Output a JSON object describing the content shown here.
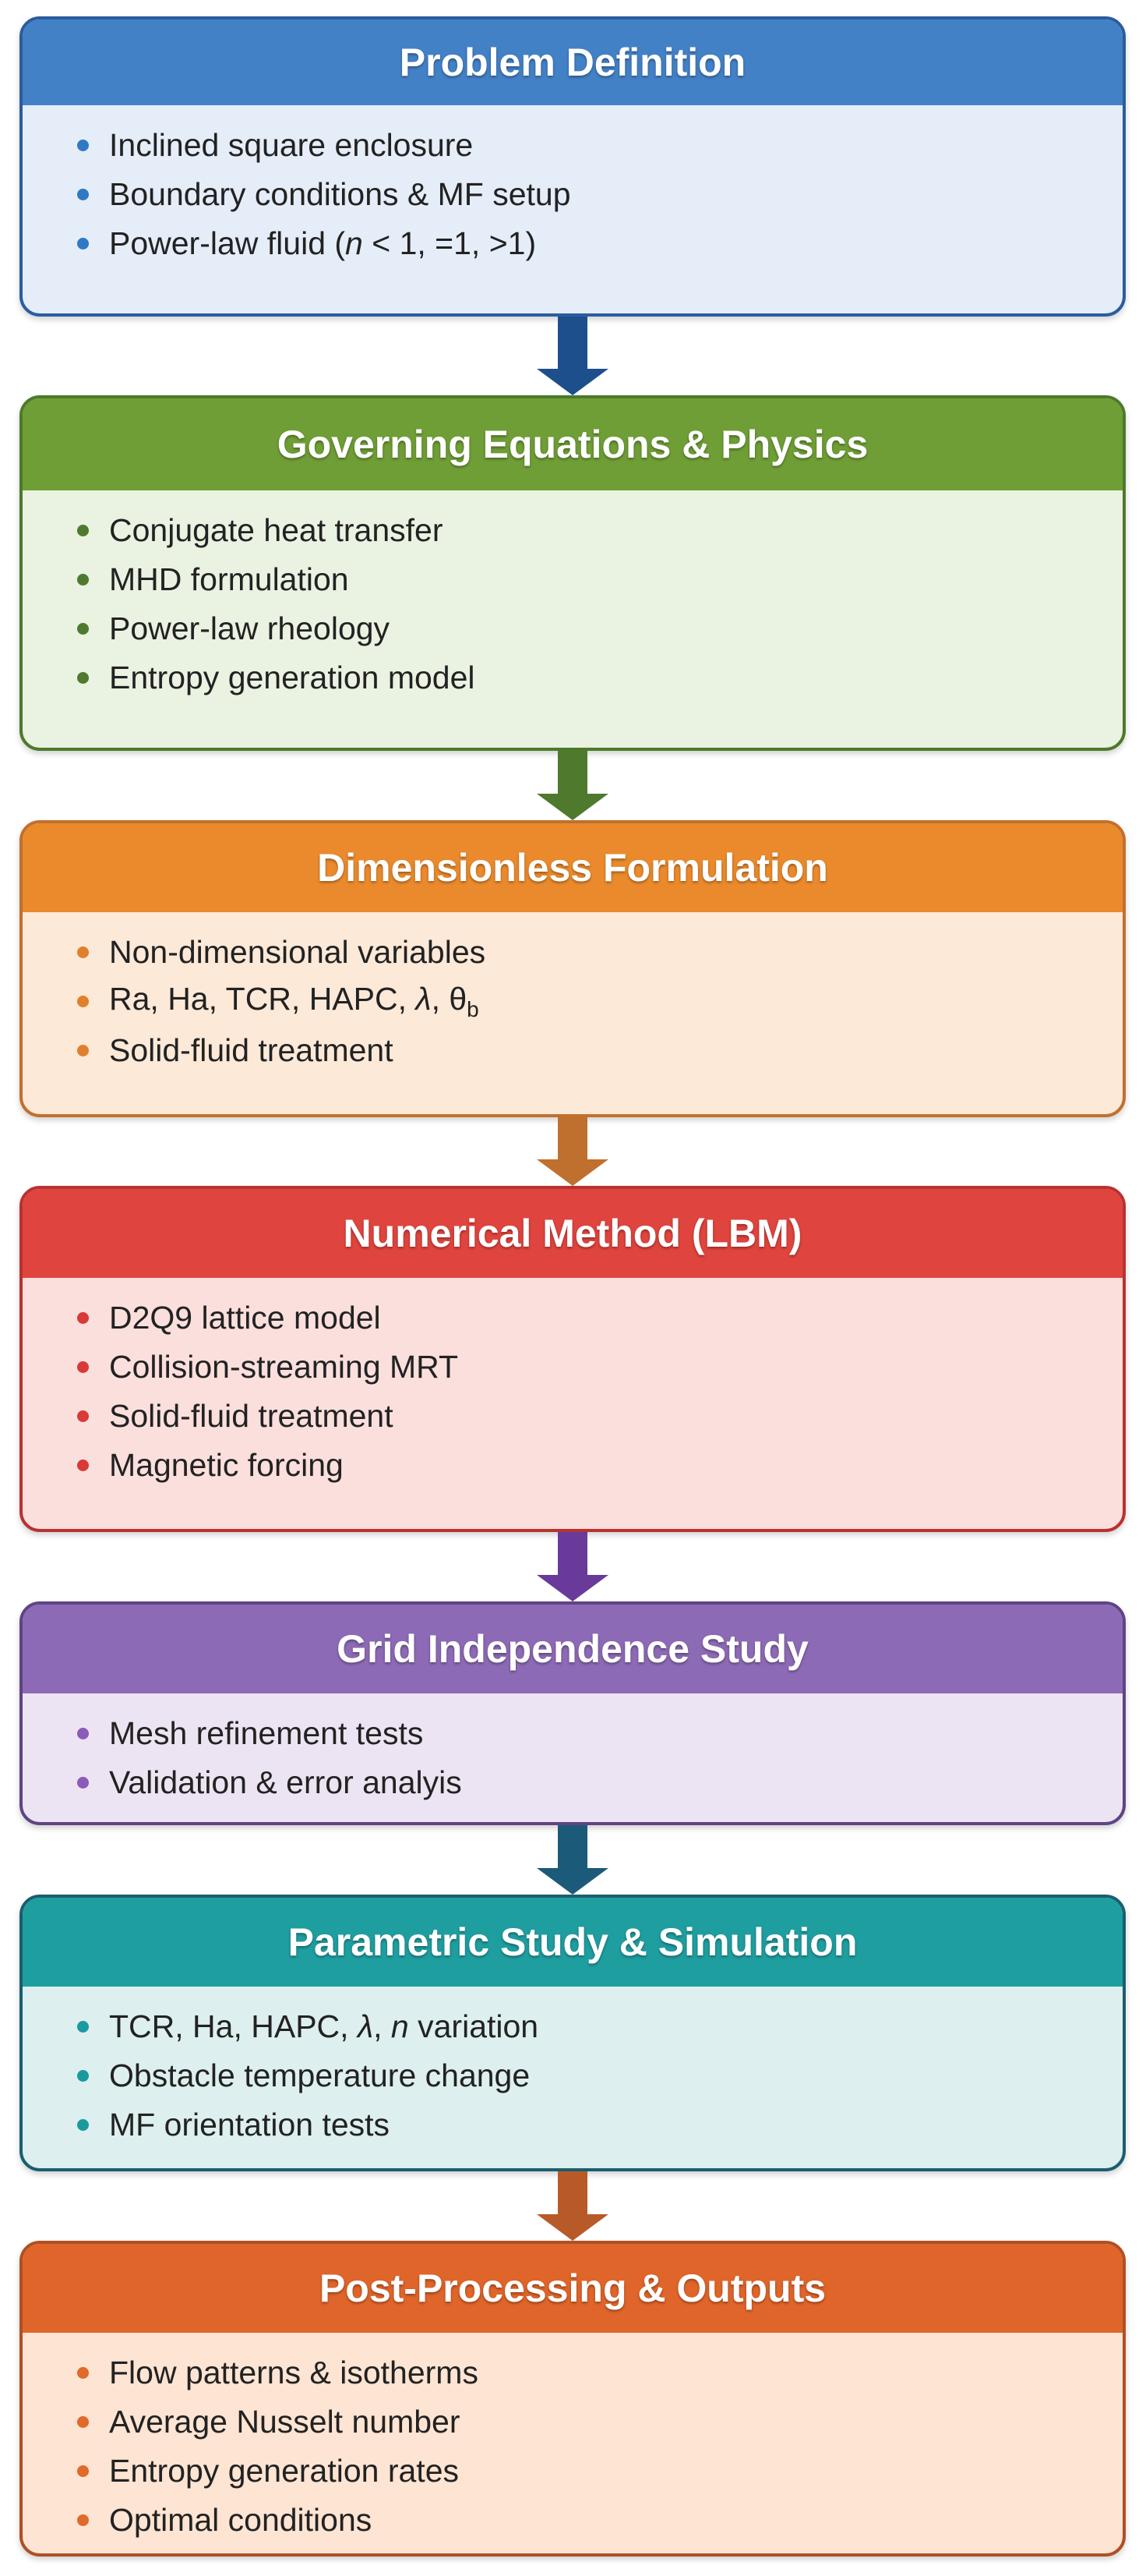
{
  "steps": [
    {
      "title": "Problem Definition",
      "colors": {
        "header": "#4381c6",
        "body": "#e5edf8",
        "border": "#2b5d9c",
        "dot": "#2f79c4",
        "arrow": "#1d4f8c"
      },
      "items": [
        [
          [
            "Inclined square enclosure",
            ""
          ]
        ],
        [
          [
            "Boundary conditions & MF setup",
            ""
          ]
        ],
        [
          [
            "Power-law fluid (",
            ""
          ],
          [
            "n",
            "i"
          ],
          [
            " < 1, =1, >1)",
            ""
          ]
        ]
      ]
    },
    {
      "title": "Governing Equations & Physics",
      "colors": {
        "header": "#6f9e36",
        "body": "#eaf2e2",
        "border": "#4c7a2a",
        "dot": "#4f7a2e",
        "arrow": "#4f7a2e"
      },
      "items": [
        [
          [
            "Conjugate heat transfer",
            ""
          ]
        ],
        [
          [
            "MHD formulation",
            ""
          ]
        ],
        [
          [
            "Power-law rheology",
            ""
          ]
        ],
        [
          [
            "Entropy generation model",
            ""
          ]
        ]
      ]
    },
    {
      "title": "Dimensionless Formulation",
      "colors": {
        "header": "#ea8a2c",
        "body": "#fde9d8",
        "border": "#c0702e",
        "dot": "#e0802c",
        "arrow": "#c0702e"
      },
      "items": [
        [
          [
            "Non-dimensional variables",
            ""
          ]
        ],
        [
          [
            "Ra, Ha, TCR, HAPC, ",
            ""
          ],
          [
            "λ",
            "i"
          ],
          [
            ", θ",
            ""
          ],
          [
            "b",
            "sub"
          ]
        ],
        [
          [
            "Solid-fluid treatment",
            ""
          ]
        ]
      ]
    },
    {
      "title": "Numerical Method (LBM)",
      "colors": {
        "header": "#e0443e",
        "body": "#fbdfdd",
        "border": "#b83230",
        "dot": "#d83a36",
        "arrow": "#6a3a9a"
      },
      "items": [
        [
          [
            "D2Q9 lattice model",
            ""
          ]
        ],
        [
          [
            "Collision-streaming MRT",
            ""
          ]
        ],
        [
          [
            "Solid-fluid treatment",
            ""
          ]
        ],
        [
          [
            "Magnetic forcing",
            ""
          ]
        ]
      ]
    },
    {
      "title": "Grid Independence Study",
      "colors": {
        "header": "#8d6ab5",
        "body": "#ede4f3",
        "border": "#5f4484",
        "dot": "#8a5cb8",
        "arrow": "#1c5a7a"
      },
      "items": [
        [
          [
            "Mesh refinement tests",
            ""
          ]
        ],
        [
          [
            "Validation & error analyis",
            ""
          ]
        ]
      ]
    },
    {
      "title": "Parametric Study & Simulation",
      "colors": {
        "header": "#1f9ea0",
        "body": "#ddefee",
        "border": "#1a5e70",
        "dot": "#1a9a9e",
        "arrow": "#b85a28"
      },
      "items": [
        [
          [
            "TCR, Ha, HAPC, ",
            ""
          ],
          [
            "λ",
            "i"
          ],
          [
            ", ",
            ""
          ],
          [
            "n",
            "i"
          ],
          [
            " variation",
            ""
          ]
        ],
        [
          [
            "Obstacle temperature change",
            ""
          ]
        ],
        [
          [
            "MF orientation tests",
            ""
          ]
        ]
      ]
    },
    {
      "title": "Post-Processing & Outputs",
      "colors": {
        "header": "#e0652a",
        "body": "#fde4d3",
        "border": "#b04f24",
        "dot": "#e06a2a",
        "arrow": ""
      },
      "items": [
        [
          [
            "Flow patterns & isotherms",
            ""
          ]
        ],
        [
          [
            "Average Nusselt number",
            ""
          ]
        ],
        [
          [
            "Entropy generation rates",
            ""
          ]
        ],
        [
          [
            "Optimal conditions",
            ""
          ]
        ]
      ]
    }
  ]
}
